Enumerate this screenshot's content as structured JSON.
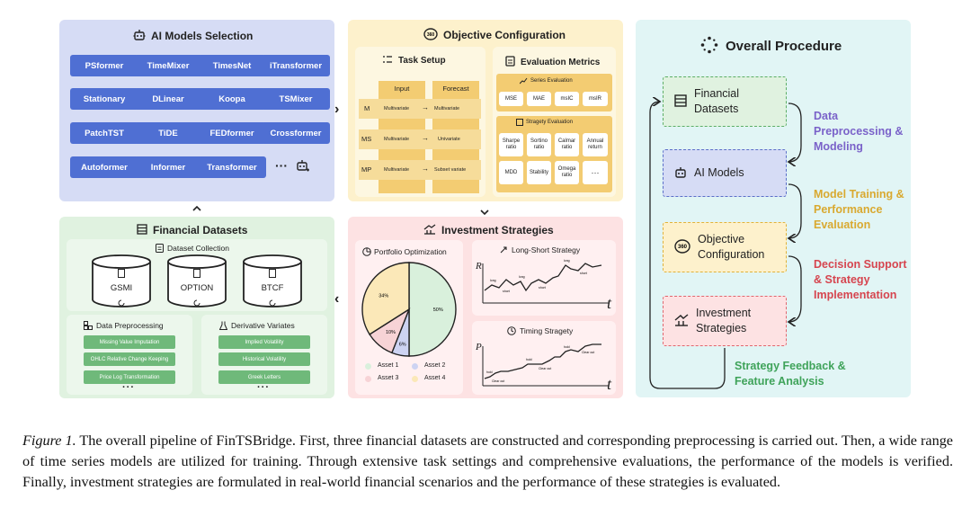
{
  "ai_models": {
    "title": "AI Models Selection",
    "models": [
      [
        "PSformer",
        "TimeMixer",
        "TimesNet",
        "iTransformer"
      ],
      [
        "Stationary",
        "DLinear",
        "Koopa",
        "TSMixer"
      ],
      [
        "PatchTST",
        "TiDE",
        "FEDformer",
        "Crossformer"
      ],
      [
        "Autoformer",
        "Informer",
        "Transformer"
      ]
    ],
    "ellipsis": "···"
  },
  "objective": {
    "title": "Objective Configuration",
    "task_setup": {
      "title": "Task Setup",
      "col_input": "Input",
      "col_forecast": "Forecast",
      "rows": [
        {
          "code": "M",
          "input": "Multivariate",
          "arrow": "→",
          "forecast": "Multivariate"
        },
        {
          "code": "MS",
          "input": "Multivariate",
          "arrow": "→",
          "forecast": "Univariate"
        },
        {
          "code": "MP",
          "input": "Multivariate",
          "arrow": "→",
          "forecast": "Subset variate"
        }
      ]
    },
    "eval": {
      "title": "Evaluation Metrics",
      "series_title": "Series Evaluation",
      "series_metrics": [
        "MSE",
        "MAE",
        "msIC",
        "msIR"
      ],
      "strategy_title": "Stragety Evaluation",
      "strategy_metrics": [
        "Sharpe ratio",
        "Sortino ratio",
        "Calmar ratio",
        "Annual return",
        "MDD",
        "Stability",
        "Omega ratio",
        "···"
      ]
    }
  },
  "financial_datasets": {
    "title": "Financial Datasets",
    "collection_title": "Dataset Collection",
    "datasets": [
      "GSMI",
      "OPTION",
      "BTCF"
    ],
    "preprocessing_title": "Data Preprocessing",
    "preprocessing": [
      "Missing Value Imputation",
      "OHLC Relative Change Keeping",
      "Price Log Transformation"
    ],
    "derivative_title": "Derivative Variates",
    "derivatives": [
      "Implied Volatility",
      "Historical Volatility",
      "Greek Letters"
    ],
    "ellipsis": "···"
  },
  "investment": {
    "title": "Investment Strategies",
    "portfolio_title": "Portfolio Optimization",
    "long_short_title": "Long-Short Strategy",
    "timing_title": "Timing Stragety",
    "r_label": "R",
    "p_label": "P",
    "t_label": "t",
    "legend": [
      "Asset 1",
      "Asset 2",
      "Asset 3",
      "Asset 4"
    ]
  },
  "chart_data": {
    "type": "pie",
    "categories": [
      "Asset 1",
      "Asset 2",
      "Asset 3",
      "Asset 4"
    ],
    "values": [
      50,
      6,
      10,
      34
    ],
    "value_labels": [
      "50%",
      "6%",
      "10%",
      "34%"
    ],
    "colors": [
      "#d9f0dc",
      "#cdd3f2",
      "#f7d3d6",
      "#fbe8b8"
    ]
  },
  "overall": {
    "title": "Overall Procedure",
    "steps": [
      "Financial Datasets",
      "AI Models",
      "Objective Configuration",
      "Investment Strategies"
    ],
    "notes": [
      "Data Preprocessing & Modeling",
      "Model Training & Performance Evaluation",
      "Decision Support & Strategy Implementation",
      "Strategy Feedback & Feature Analysis"
    ]
  },
  "caption": {
    "label": "Figure 1.",
    "text": " The overall pipeline of FinTSBridge. First, three financial datasets are constructed and corresponding preprocessing is carried out. Then, a wide range of time series models are utilized for training. Through extensive task settings and comprehensive evaluations, the performance of the models is verified. Finally, investment strategies are formulated in real-world financial scenarios and the performance of these strategies is evaluated."
  },
  "colors": {
    "ai_panel": "#d6dcf5",
    "obj_panel": "#fdf1cc",
    "fin_panel": "#e0f2e0",
    "inv_panel": "#fde2e3",
    "overall_panel": "#e1f5f5",
    "model_blue": "#4f6fd3",
    "green_btn": "#6fb97a"
  }
}
